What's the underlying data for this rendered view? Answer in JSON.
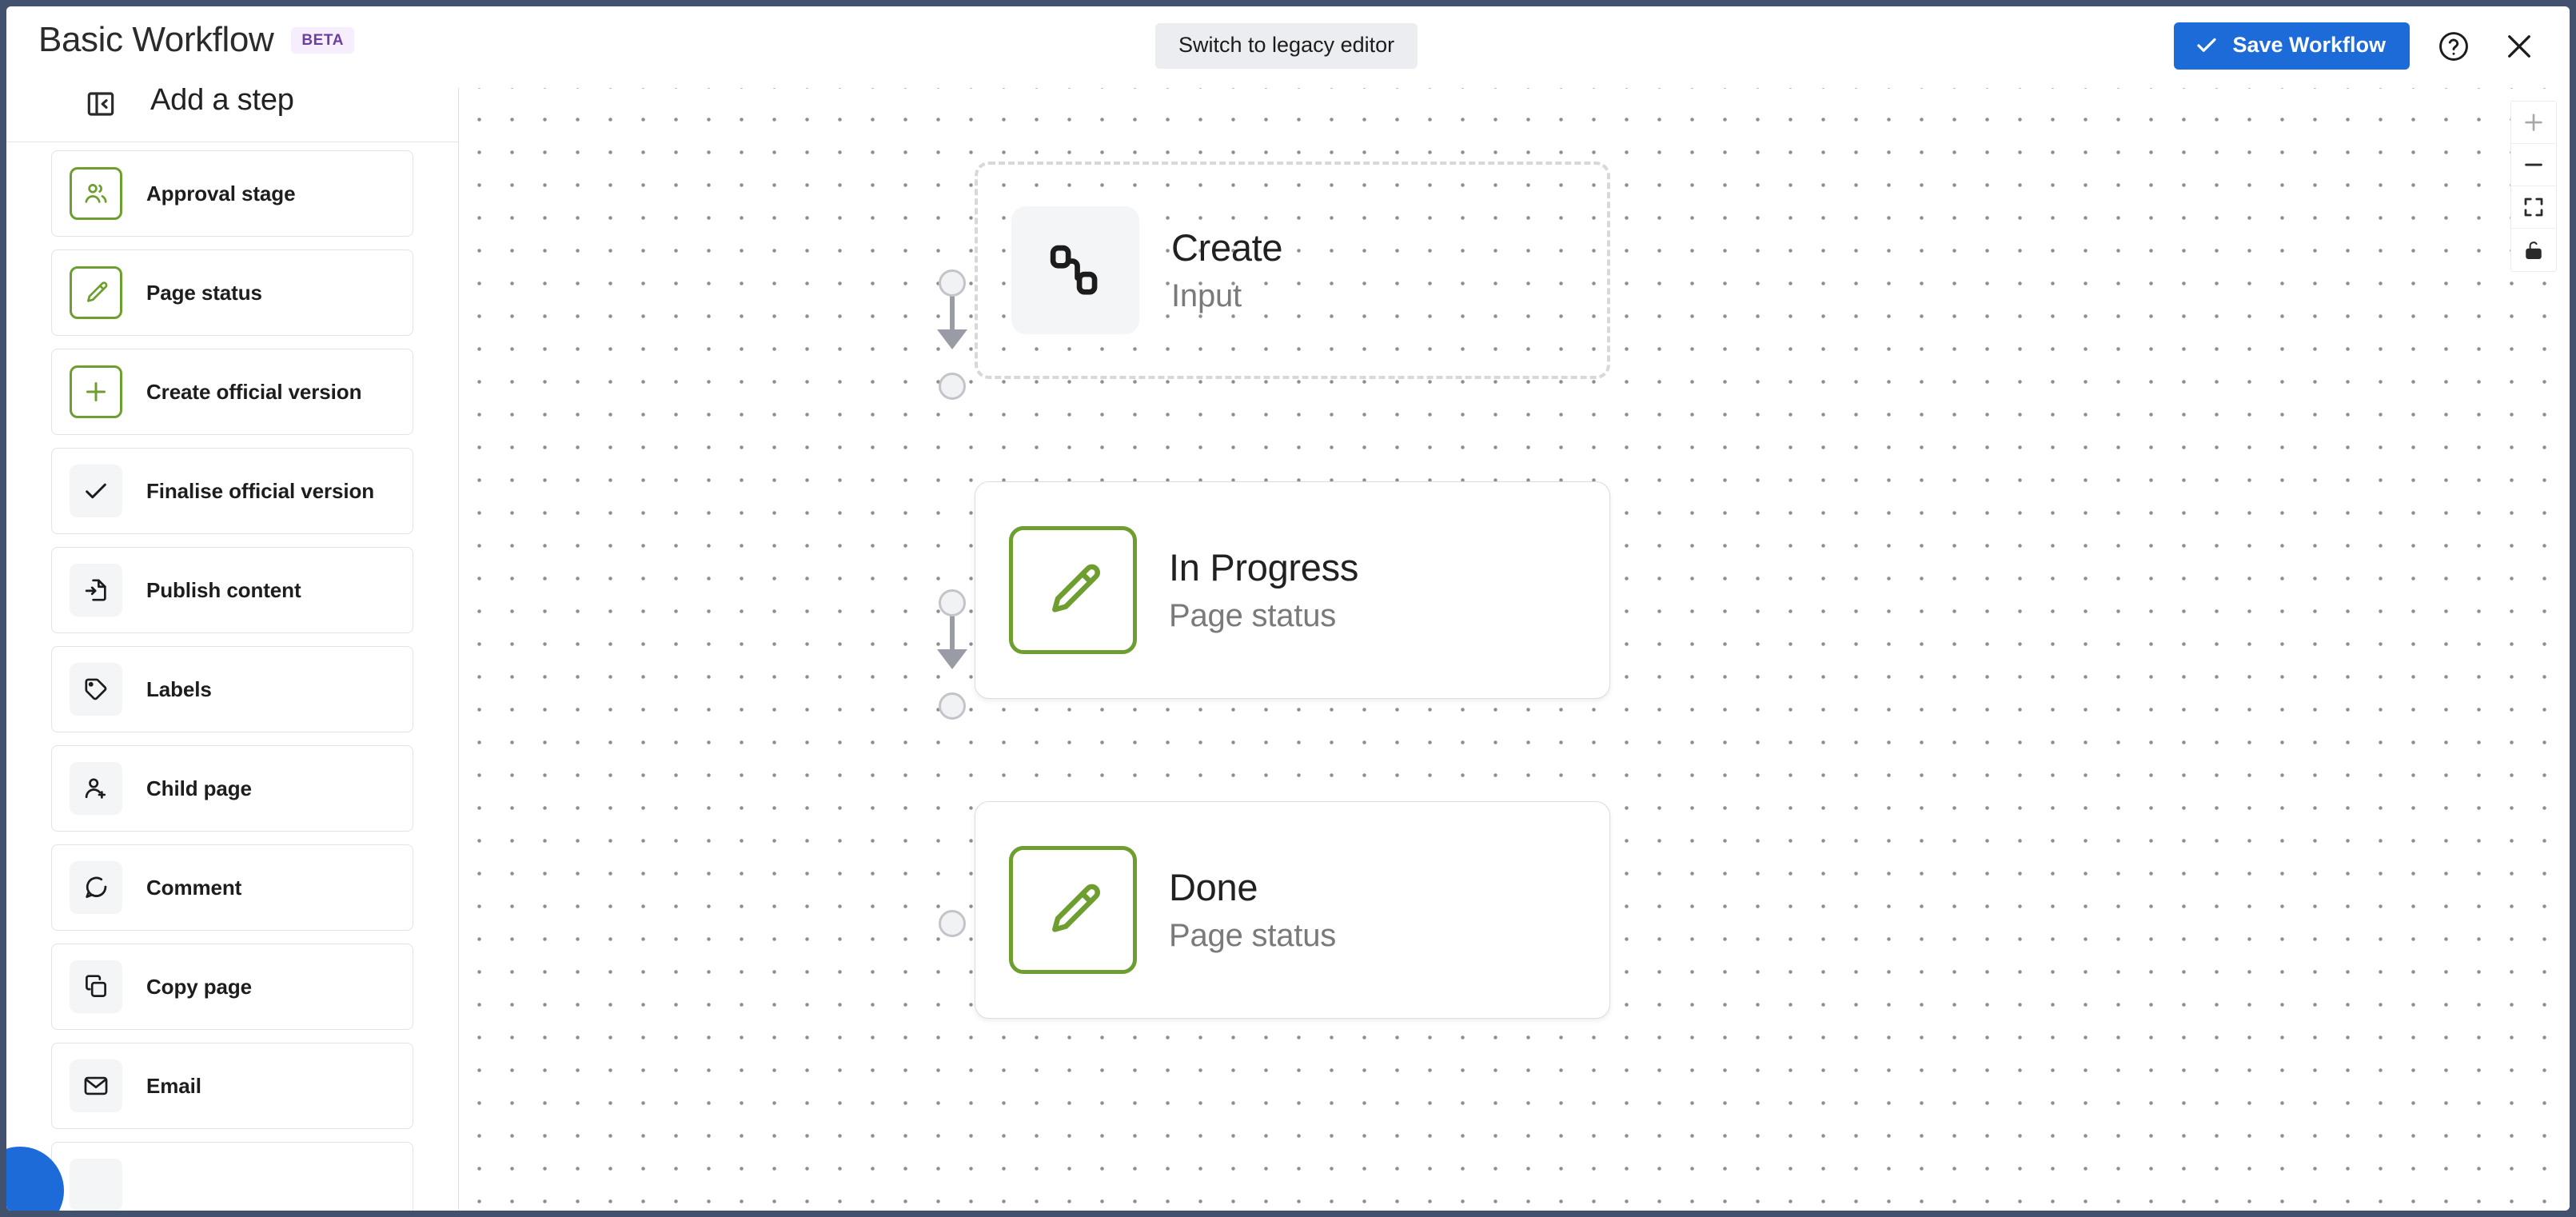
{
  "header": {
    "title": "Basic Workflow",
    "badge": "BETA",
    "legacy_button": "Switch to legacy editor",
    "save_button": "Save Workflow",
    "help_icon": "question-circle-icon",
    "close_icon": "close-icon",
    "save_icon": "check-icon",
    "accent_blue": "#1D6BD8",
    "badge_bg": "#F6EEFC",
    "badge_fg": "#6B3FA0"
  },
  "sidebar": {
    "title": "Add a step",
    "collapse_icon": "sidebar-collapse-icon",
    "accent_green": "#6D9E2F",
    "items": [
      {
        "label": "Approval stage",
        "icon": "users-icon",
        "style": "green"
      },
      {
        "label": "Page status",
        "icon": "pencil-icon",
        "style": "green"
      },
      {
        "label": "Create official version",
        "icon": "plus-icon",
        "style": "green"
      },
      {
        "label": "Finalise official version",
        "icon": "check-icon",
        "style": "grey"
      },
      {
        "label": "Publish content",
        "icon": "publish-file-icon",
        "style": "grey"
      },
      {
        "label": "Labels",
        "icon": "tag-icon",
        "style": "grey"
      },
      {
        "label": "Child page",
        "icon": "user-plus-icon",
        "style": "grey"
      },
      {
        "label": "Comment",
        "icon": "comment-icon",
        "style": "grey"
      },
      {
        "label": "Copy page",
        "icon": "copy-icon",
        "style": "grey"
      },
      {
        "label": "Email",
        "icon": "envelope-icon",
        "style": "grey"
      }
    ]
  },
  "canvas": {
    "nodes": [
      {
        "title": "Create",
        "subtitle": "Input",
        "icon": "nodes-diagram-icon",
        "style": "dashed",
        "icon_style": "grey"
      },
      {
        "title": "In Progress",
        "subtitle": "Page status",
        "icon": "pencil-icon",
        "style": "solid",
        "icon_style": "green"
      },
      {
        "title": "Done",
        "subtitle": "Page status",
        "icon": "pencil-icon",
        "style": "solid",
        "icon_style": "green"
      }
    ],
    "controls": [
      {
        "name": "zoom-in-button",
        "icon": "plus-icon"
      },
      {
        "name": "zoom-out-button",
        "icon": "minus-icon"
      },
      {
        "name": "fit-view-button",
        "icon": "fit-screen-icon"
      },
      {
        "name": "lock-button",
        "icon": "unlock-icon"
      }
    ]
  }
}
